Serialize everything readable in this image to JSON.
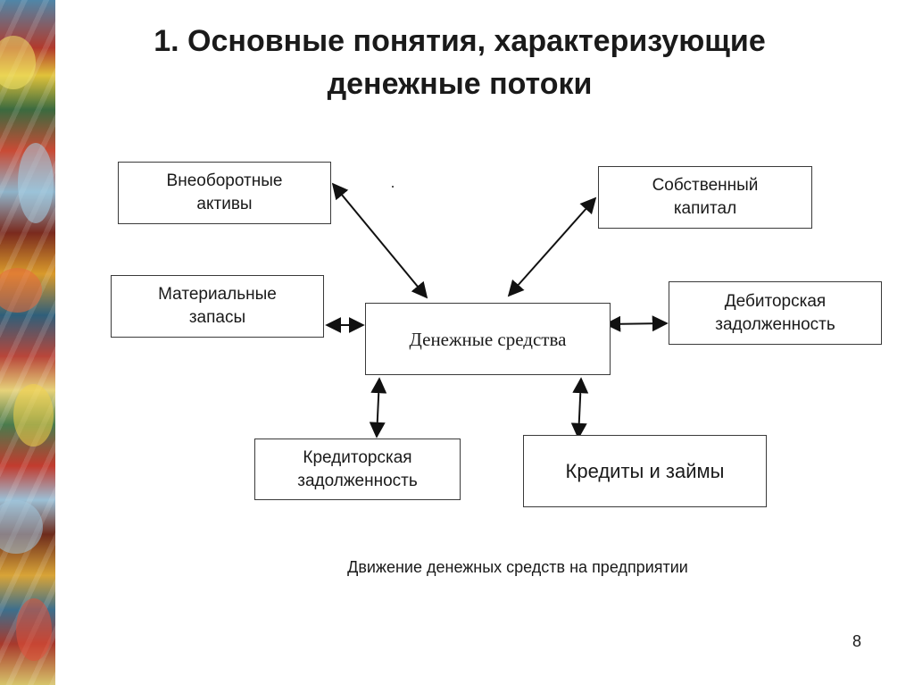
{
  "title": "1. Основные понятия, характеризующие\nденежные потоки",
  "diagram": {
    "center": "Денежные средства",
    "nodes": {
      "fixed_assets": "Внеоборотные\nактивы",
      "equity": "Собственный\nкапитал",
      "inventory": "Материальные\nзапасы",
      "receivables": "Дебиторская\nзадолженность",
      "payables": "Кредиторская\nзадолженность",
      "loans": "Кредиты и займы"
    }
  },
  "caption": "Движение денежных средств на предприятии",
  "page_number": "8",
  "colors": {
    "line": "#111111",
    "border": "#3a3a3a",
    "text": "#1a1a1a",
    "background": "#ffffff"
  }
}
